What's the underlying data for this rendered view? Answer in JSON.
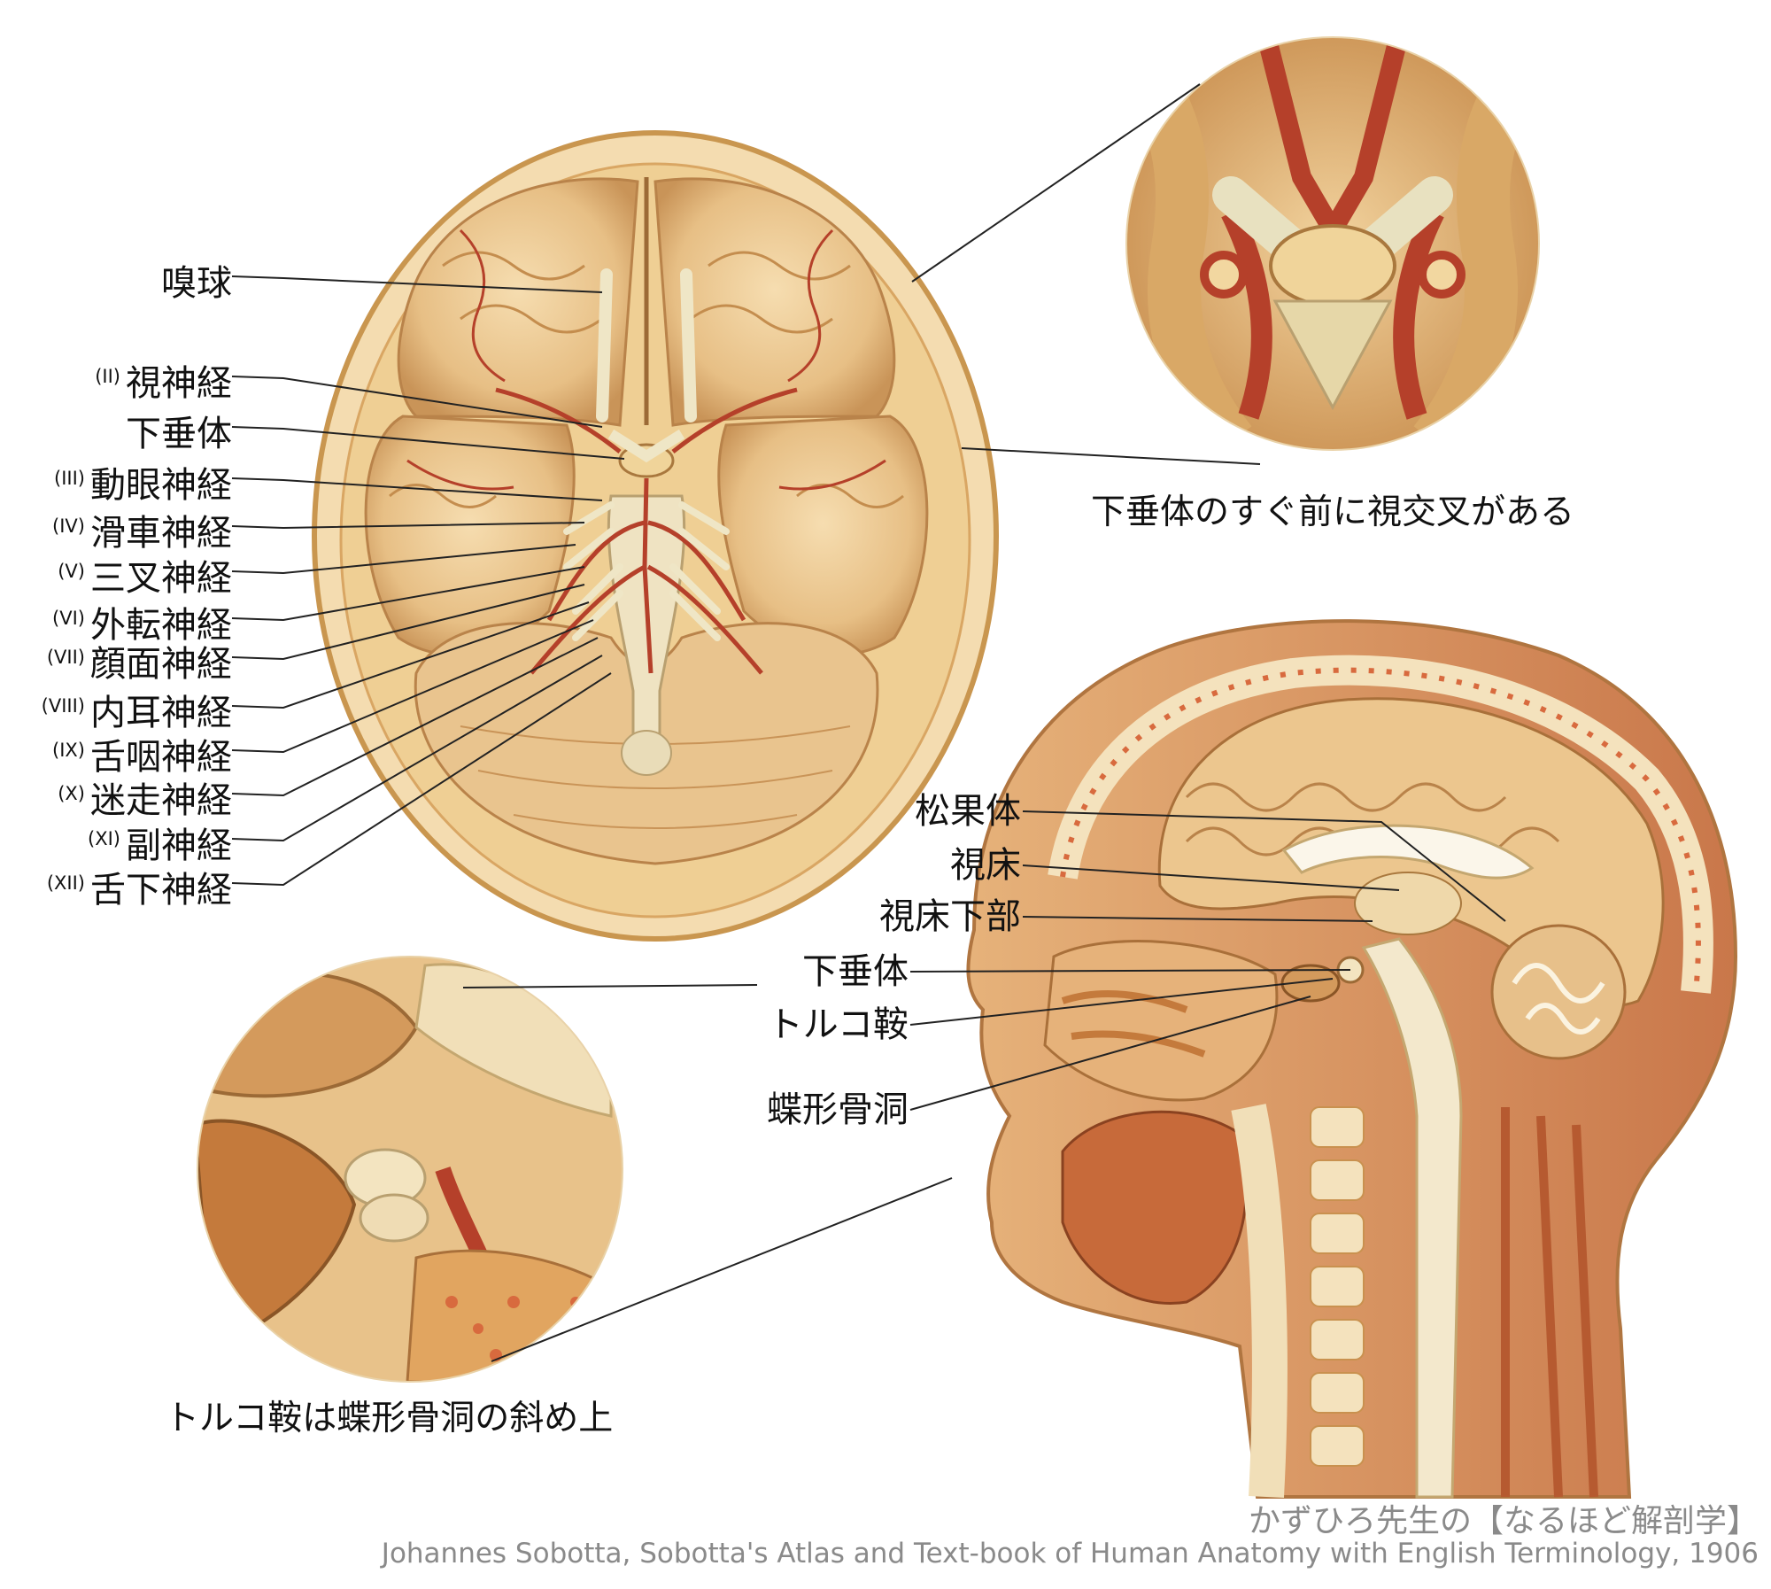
{
  "colors": {
    "tissue_light": "#f3d7a6",
    "tissue_mid": "#e2b77a",
    "tissue_dark": "#c9914f",
    "artery": "#b5402a",
    "nerve": "#efe6c6",
    "bone_red": "#d86a3e",
    "leader": "#222222"
  },
  "ventral_labels": [
    {
      "roman": "",
      "name": "嗅球"
    },
    {
      "roman": "(II)",
      "name": "視神経"
    },
    {
      "roman": "",
      "name": "下垂体"
    },
    {
      "roman": "(III)",
      "name": "動眼神経"
    },
    {
      "roman": "(IV)",
      "name": "滑車神経"
    },
    {
      "roman": "(V)",
      "name": "三叉神経"
    },
    {
      "roman": "(VI)",
      "name": "外転神経"
    },
    {
      "roman": "(VII)",
      "name": "顔面神経"
    },
    {
      "roman": "(VIII)",
      "name": "内耳神経"
    },
    {
      "roman": "(IX)",
      "name": "舌咽神経"
    },
    {
      "roman": "(X)",
      "name": "迷走神経"
    },
    {
      "roman": "(XI)",
      "name": "副神経"
    },
    {
      "roman": "(XII)",
      "name": "舌下神経"
    }
  ],
  "sagittal_labels": [
    "松果体",
    "視床",
    "視床下部",
    "下垂体",
    "トルコ鞍",
    "蝶形骨洞"
  ],
  "captions": {
    "top_zoom": "下垂体のすぐ前に視交叉がある",
    "bottom_zoom": "トルコ鞍は蝶形骨洞の斜め上"
  },
  "credits": {
    "author": "かずひろ先生の【なるほど解剖学】",
    "source": "Johannes Sobotta, Sobotta's Atlas and Text-book of Human Anatomy with English Terminology, 1906"
  }
}
